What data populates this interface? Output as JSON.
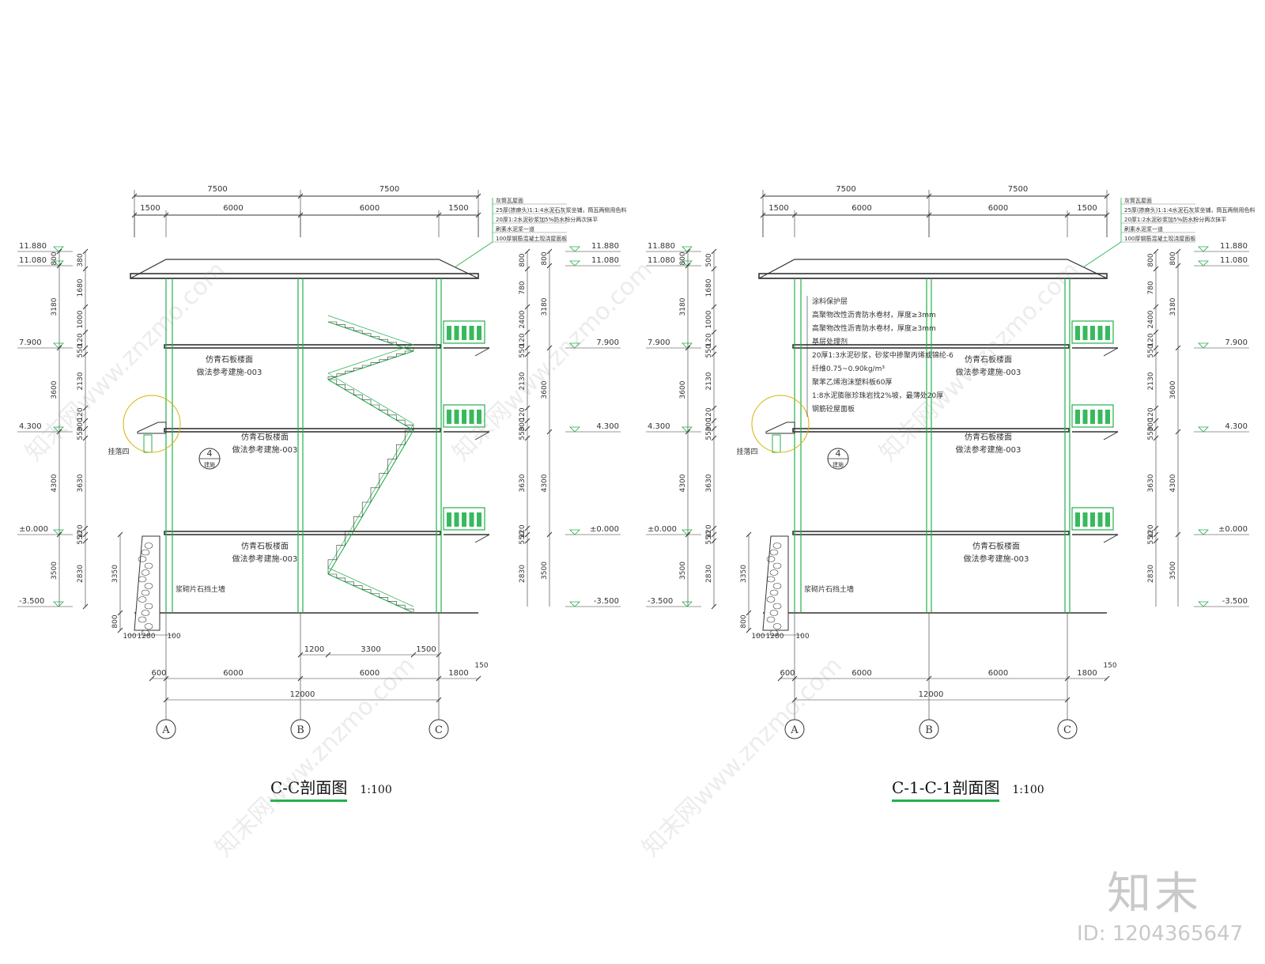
{
  "colors": {
    "green": "#22b14c",
    "ink": "#333333",
    "dim_text": "#333333",
    "watermark": "#c9c9c9"
  },
  "watermark": {
    "logo_text": "知末",
    "id_text": "ID: 1204365647",
    "url_text": "知末网www.znzmo.com"
  },
  "sections": [
    {
      "title": "C-C剖面图",
      "scale": "1:100",
      "top_dims": {
        "outer": [
          "7500",
          "7500"
        ],
        "inner": [
          "1500",
          "6000",
          "6000",
          "1500"
        ]
      },
      "bottom_dims": {
        "stair": [
          "1200",
          "3300",
          "1500"
        ],
        "row1": [
          "600",
          "6000",
          "6000",
          "1800"
        ],
        "total": "12000",
        "end": "150"
      },
      "foot_dims": [
        "100",
        "1280",
        "100"
      ],
      "left_heights": [
        "3350",
        "800"
      ],
      "axes": [
        "A",
        "B",
        "C"
      ],
      "elevations": [
        "11.880",
        "11.080",
        "7.900",
        "4.300",
        "±0.000",
        "-3.500"
      ],
      "dims_outer": [
        "800",
        "3180",
        "3600",
        "4300",
        "3500"
      ],
      "dims_inner": [
        "380",
        "1680",
        "1000",
        "120",
        "550",
        "2130",
        "120",
        "300",
        "550",
        "3630",
        "120",
        "550",
        "2830"
      ],
      "dims_right_a": [
        "800",
        "780",
        "2400",
        "120",
        "550",
        "2130",
        "120",
        "300",
        "550",
        "3630",
        "120",
        "550",
        "2830"
      ],
      "dims_right_b": [
        "800",
        "3180",
        "3600",
        "4300",
        "3500"
      ],
      "roof_notes": [
        "灰筒瓦屋面",
        "25厚(掺麻头)1:1:4水泥石灰浆坐铺，筒瓦两侧用色料",
        "20厚1:2水泥砂浆加5%防水粉分两次抹平",
        "刷素水泥浆一道",
        "100厚钢筋混凝土现浇屋面板"
      ],
      "floor_labels": [
        "仿青石板楼面",
        "仿青石板楼面",
        "仿青石板楼面"
      ],
      "floor_refs": [
        "做法参考建施-003",
        "做法参考建施-003",
        "做法参考建施-003"
      ],
      "wall_label": "浆砌片石挡土墙",
      "detail_label": "挂落四",
      "detail_number": "4",
      "detail_sheet": "建施",
      "roof_build_up": []
    },
    {
      "title": "C-1-C-1剖面图",
      "scale": "1:100",
      "top_dims": {
        "outer": [
          "7500",
          "7500"
        ],
        "inner": [
          "1500",
          "6000",
          "6000",
          "1500"
        ]
      },
      "bottom_dims": {
        "stair": [],
        "row1": [
          "600",
          "6000",
          "6000",
          "1800"
        ],
        "total": "12000",
        "end": "150"
      },
      "foot_dims": [
        "100",
        "1280",
        "100"
      ],
      "left_heights": [
        "3350",
        "800"
      ],
      "axes": [
        "A",
        "B",
        "C"
      ],
      "elevations": [
        "11.880",
        "11.080",
        "7.900",
        "4.300",
        "±0.000",
        "-3.500"
      ],
      "dims_outer": [
        "800",
        "3180",
        "3600",
        "4300",
        "3500"
      ],
      "dims_inner": [
        "500",
        "1680",
        "1000",
        "120",
        "550",
        "2130",
        "120",
        "300",
        "550",
        "3630",
        "120",
        "550",
        "2830"
      ],
      "dims_right_a": [
        "800",
        "780",
        "2400",
        "120",
        "550",
        "2130",
        "120",
        "300",
        "550",
        "3630",
        "120",
        "550",
        "2830"
      ],
      "dims_right_b": [
        "800",
        "3180",
        "3600",
        "4300",
        "3500"
      ],
      "roof_notes": [
        "灰筒瓦屋面",
        "25厚(掺麻头)1:1:4水泥石灰浆坐铺，筒瓦两侧用色料",
        "20厚1:2水泥砂浆加5%防水粉分两次抹平",
        "刷素水泥浆一道",
        "100厚钢筋混凝土现浇屋面板"
      ],
      "floor_labels": [
        "仿青石板楼面",
        "仿青石板楼面",
        "仿青石板楼面"
      ],
      "floor_refs": [
        "做法参考建施-003",
        "做法参考建施-003",
        "做法参考建施-003"
      ],
      "wall_label": "浆砌片石挡土墙",
      "detail_label": "挂落四",
      "detail_number": "4",
      "detail_sheet": "建施",
      "roof_build_up": [
        "涂料保护层",
        "高聚物改性沥青防水卷材，厚度≥3mm",
        "高聚物改性沥青防水卷材，厚度≥3mm",
        "基层处理剂",
        "20厚1:3水泥砂浆，砂浆中掺聚丙烯或锦纶-6",
        "纤维0.75~0.90kg/m³",
        "聚苯乙烯泡沫塑料板60厚",
        "1:8水泥膨胀珍珠岩找2%坡，最薄处20厚",
        "钢筋砼屋面板"
      ]
    }
  ]
}
